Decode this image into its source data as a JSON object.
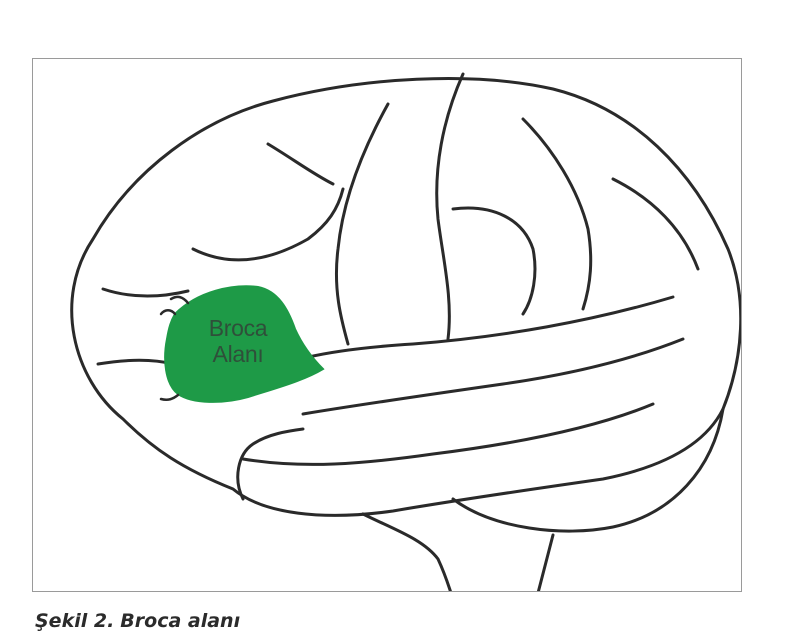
{
  "figure": {
    "region_label_line1": "Broca",
    "region_label_line2": "Alanı",
    "region_color": "#1e9a47",
    "outline_color": "#2a2a2a",
    "frame_color": "#9a9a9a"
  },
  "caption": {
    "label": "Şekil 2.",
    "text": "Broca alanı"
  }
}
